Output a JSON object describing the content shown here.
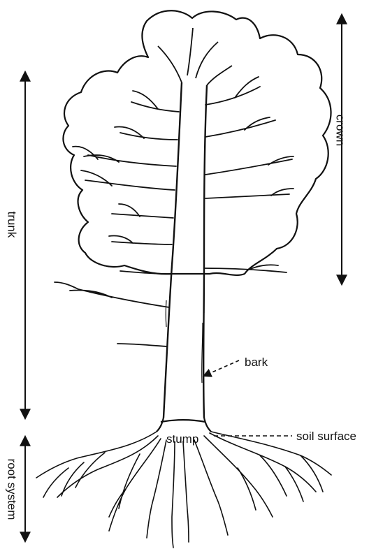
{
  "labels": {
    "crown": "crown",
    "trunk": "trunk",
    "root_system": "root system",
    "bark": "bark",
    "stump": "stump",
    "soil_surface": "soil surface"
  },
  "colors": {
    "ink": "#111111",
    "background": "#ffffff"
  }
}
